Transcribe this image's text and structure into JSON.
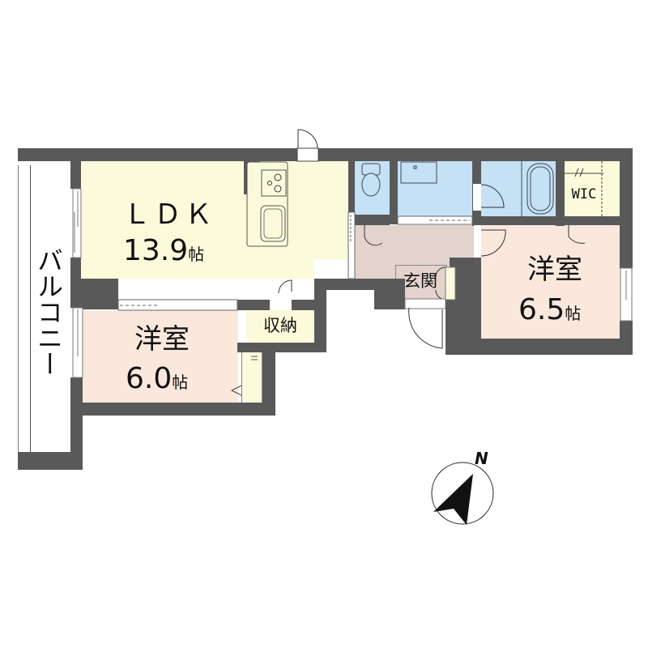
{
  "floor_plan": {
    "rooms": {
      "ldk": {
        "name": "ＬＤＫ",
        "size": "13.9",
        "unit": "帖",
        "color": "#fbfbdc"
      },
      "western_room_1": {
        "name": "洋室",
        "size": "6.0",
        "unit": "帖",
        "color": "#fbe8dc"
      },
      "western_room_2": {
        "name": "洋室",
        "size": "6.5",
        "unit": "帖",
        "color": "#fbe8dc"
      },
      "storage": {
        "name": "収納",
        "color": "#fbfbdc"
      },
      "entrance": {
        "name": "玄関",
        "color": "#e3d3cc"
      },
      "wic": {
        "name": "WIC",
        "color": "#fbfbdc"
      },
      "balcony": {
        "name": "バルコニー"
      },
      "hallway": {
        "color": "#e3d3cc"
      },
      "toilet": {
        "color": "#c4e1f5"
      },
      "washroom": {
        "color": "#c4e1f5"
      },
      "bathroom": {
        "color": "#c4e1f5"
      }
    },
    "compass": {
      "label": "N"
    },
    "colors": {
      "wall": "#595959",
      "wet_area": "#c4e1f5"
    }
  }
}
